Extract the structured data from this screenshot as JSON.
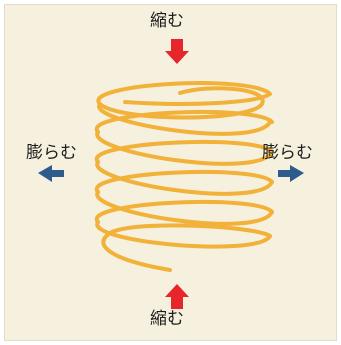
{
  "labels": {
    "top": "縮む",
    "bottom": "縮む",
    "left": "膨らむ",
    "right": "膨らむ"
  },
  "colors": {
    "background": "#f6f0de",
    "coil": "#f2b138",
    "compress_arrow": "#e6262b",
    "expand_arrow": "#2d5b8c"
  },
  "icons": {
    "coil": "spring-icon",
    "compress": "arrow-icon",
    "expand": "arrow-icon"
  }
}
